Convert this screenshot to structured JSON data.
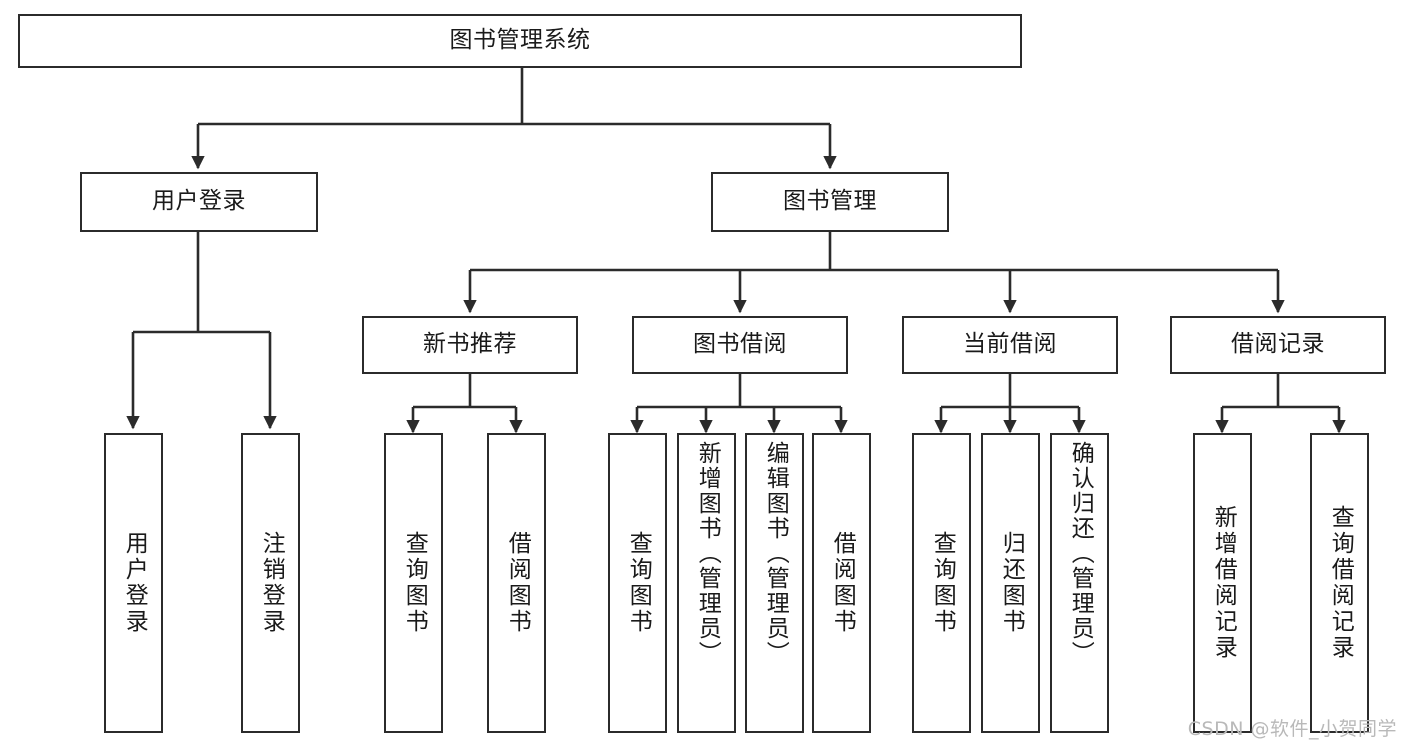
{
  "diagram": {
    "title": "图书管理系统",
    "type": "tree",
    "orientation": "top-down",
    "colors": {
      "box_border": "#2b2b2b",
      "box_fill": "#ffffff",
      "connector": "#2b2b2b",
      "text": "#1a1a1a",
      "watermark": "#b9b9b9",
      "background": "#ffffff"
    },
    "root": {
      "id": "root",
      "label": "图书管理系统",
      "orientation": "horizontal"
    },
    "level2": [
      {
        "id": "user-login",
        "label": "用户登录",
        "orientation": "horizontal"
      },
      {
        "id": "book-manage",
        "label": "图书管理",
        "orientation": "horizontal"
      }
    ],
    "level3": [
      {
        "id": "new-book-recommend",
        "label": "新书推荐",
        "orientation": "horizontal",
        "parent": "book-manage"
      },
      {
        "id": "book-borrow",
        "label": "图书借阅",
        "orientation": "horizontal",
        "parent": "book-manage"
      },
      {
        "id": "current-borrow",
        "label": "当前借阅",
        "orientation": "horizontal",
        "parent": "book-manage"
      },
      {
        "id": "borrow-record",
        "label": "借阅记录",
        "orientation": "horizontal",
        "parent": "book-manage"
      }
    ],
    "leaves": [
      {
        "id": "leaf-user-login",
        "label": "用户登录",
        "parent": "user-login",
        "orientation": "vertical"
      },
      {
        "id": "leaf-logout",
        "label": "注销登录",
        "parent": "user-login",
        "orientation": "vertical"
      },
      {
        "id": "leaf-query-book-1",
        "label": "查询图书",
        "parent": "new-book-recommend",
        "orientation": "vertical"
      },
      {
        "id": "leaf-borrow-book-1",
        "label": "借阅图书",
        "parent": "new-book-recommend",
        "orientation": "vertical"
      },
      {
        "id": "leaf-query-book-2",
        "label": "查询图书",
        "parent": "book-borrow",
        "orientation": "vertical"
      },
      {
        "id": "leaf-add-book",
        "label": "新增图书（管理员）",
        "parent": "book-borrow",
        "orientation": "vertical"
      },
      {
        "id": "leaf-edit-book",
        "label": "编辑图书（管理员）",
        "parent": "book-borrow",
        "orientation": "vertical"
      },
      {
        "id": "leaf-borrow-book-2",
        "label": "借阅图书",
        "parent": "book-borrow",
        "orientation": "vertical"
      },
      {
        "id": "leaf-query-book-3",
        "label": "查询图书",
        "parent": "current-borrow",
        "orientation": "vertical"
      },
      {
        "id": "leaf-return-book",
        "label": "归还图书",
        "parent": "current-borrow",
        "orientation": "vertical"
      },
      {
        "id": "leaf-confirm-return",
        "label": "确认归还（管理员）",
        "parent": "current-borrow",
        "orientation": "vertical"
      },
      {
        "id": "leaf-add-record",
        "label": "新增借阅记录",
        "parent": "borrow-record",
        "orientation": "vertical"
      },
      {
        "id": "leaf-query-record",
        "label": "查询借阅记录",
        "parent": "borrow-record",
        "orientation": "vertical"
      }
    ]
  },
  "watermark": {
    "text": "CSDN @软件_小贺同学"
  }
}
